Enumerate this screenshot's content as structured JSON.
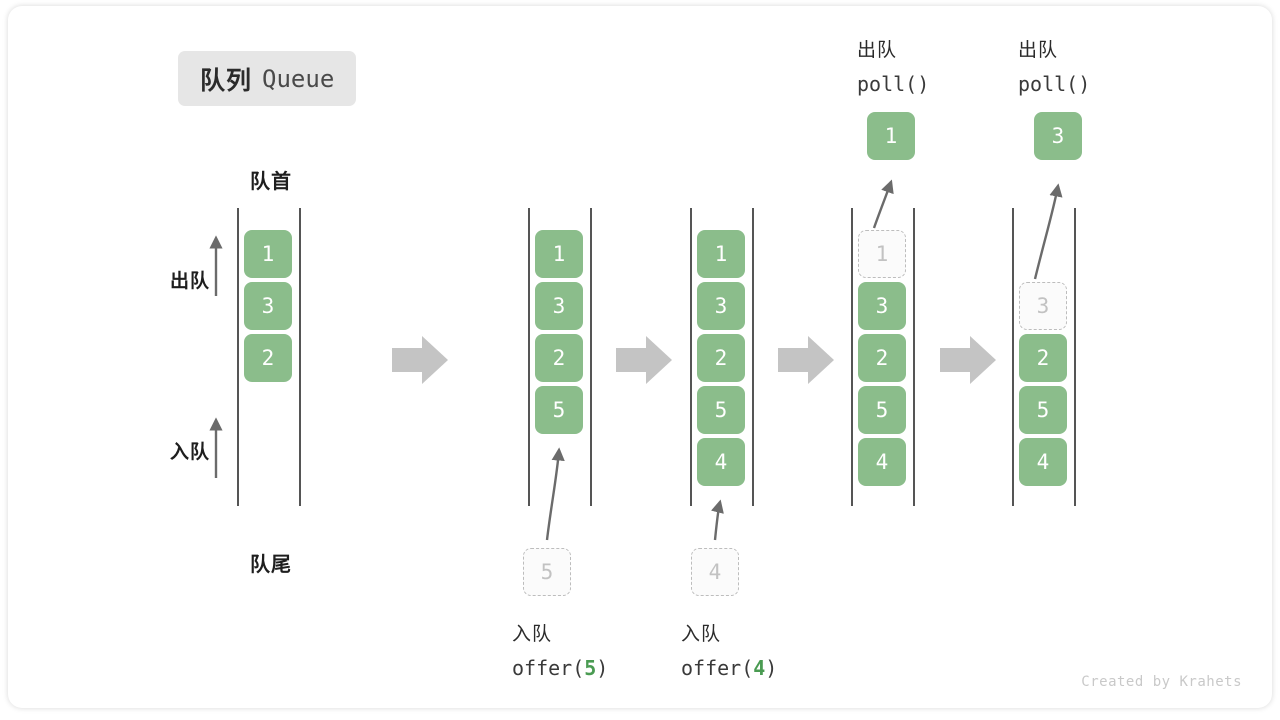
{
  "title": {
    "cn": "队列",
    "en": "Queue"
  },
  "labels": {
    "head": "队首",
    "tail": "队尾",
    "dequeue": "出队",
    "enqueue": "入队"
  },
  "credit": "Created by Krahets",
  "colors": {
    "box_fill": "#8bbd8b",
    "box_text": "#ffffff",
    "ghost_border": "#bdbdbd",
    "ghost_text": "#c2c2c2",
    "rail": "#555555",
    "step_arrow": "#c4c4c4",
    "accent_number": "#4a9b52",
    "badge_bg": "#e6e6e6"
  },
  "stages": [
    {
      "id": "initial",
      "items": [
        "1",
        "3",
        "2"
      ],
      "ghost": null,
      "caption_cn": null,
      "caption_code": null
    },
    {
      "id": "after-offer-5",
      "items": [
        "1",
        "3",
        "2",
        "5"
      ],
      "ghost": {
        "value": "5",
        "position": "below"
      },
      "caption_cn": "入队",
      "caption_code": "offer(",
      "caption_num": "5",
      "caption_code_end": ")"
    },
    {
      "id": "after-offer-4",
      "items": [
        "1",
        "3",
        "2",
        "5",
        "4"
      ],
      "ghost": {
        "value": "4",
        "position": "below"
      },
      "caption_cn": "入队",
      "caption_code": "offer(",
      "caption_num": "4",
      "caption_code_end": ")"
    },
    {
      "id": "after-poll-1",
      "items": [
        "3",
        "2",
        "5",
        "4"
      ],
      "ghost": {
        "value": "1",
        "position": "head-slot-0"
      },
      "popped": "1",
      "caption_cn": "出队",
      "caption_code": "poll()"
    },
    {
      "id": "after-poll-3",
      "items": [
        "2",
        "5",
        "4"
      ],
      "ghost": {
        "value": "3",
        "position": "head-slot-1"
      },
      "popped": "3",
      "caption_cn": "出队",
      "caption_code": "poll()"
    }
  ]
}
